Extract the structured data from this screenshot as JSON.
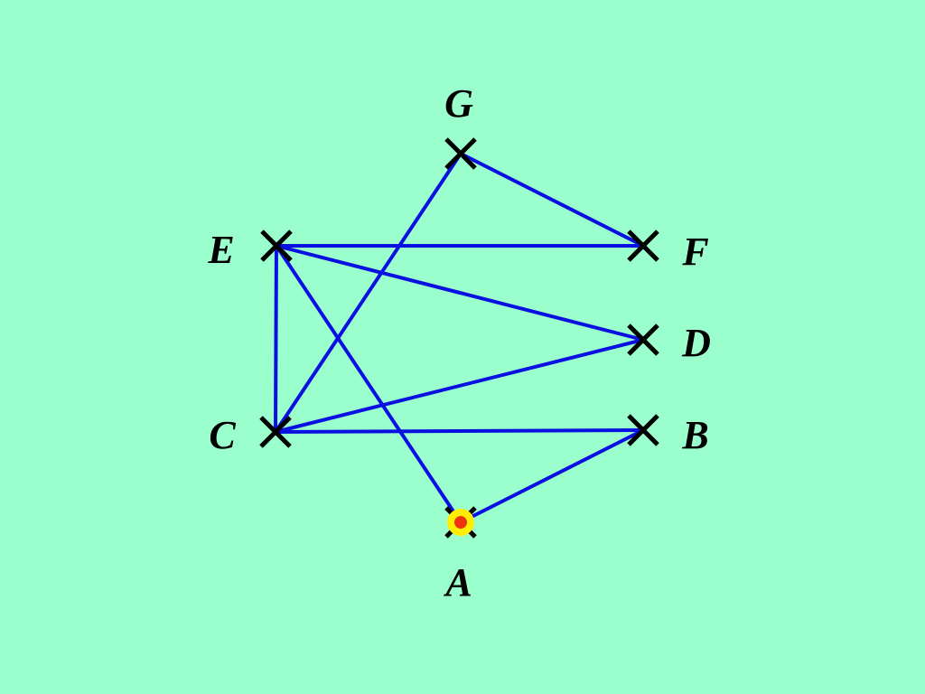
{
  "colors": {
    "background": "#9bffcd",
    "edge": "#0a10e0",
    "marker": "#000000",
    "label": "#000000",
    "highlight_ring": "#ffee00",
    "highlight_dot": "#ee3311"
  },
  "diagram": {
    "nodes": [
      {
        "id": "A",
        "label": "A",
        "marker": "x-mark-icon",
        "highlighted": true
      },
      {
        "id": "B",
        "label": "B",
        "marker": "x-mark-icon"
      },
      {
        "id": "C",
        "label": "C",
        "marker": "x-mark-icon"
      },
      {
        "id": "D",
        "label": "D",
        "marker": "x-mark-icon"
      },
      {
        "id": "E",
        "label": "E",
        "marker": "x-mark-icon"
      },
      {
        "id": "F",
        "label": "F",
        "marker": "x-mark-icon"
      },
      {
        "id": "G",
        "label": "G",
        "marker": "x-mark-icon"
      }
    ],
    "edges": [
      [
        "G",
        "F"
      ],
      [
        "G",
        "C"
      ],
      [
        "E",
        "F"
      ],
      [
        "E",
        "D"
      ],
      [
        "E",
        "C"
      ],
      [
        "E",
        "A"
      ],
      [
        "C",
        "D"
      ],
      [
        "C",
        "B"
      ],
      [
        "A",
        "B"
      ]
    ]
  }
}
